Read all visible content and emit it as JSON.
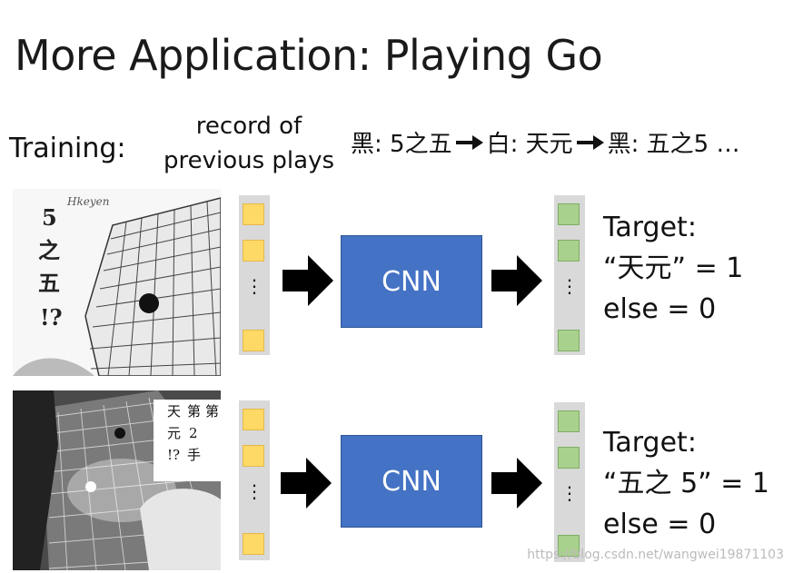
{
  "slide": {
    "title": "More Application: Playing Go",
    "training_label": "Training:",
    "record_line1": "record of",
    "record_line2": "previous plays",
    "sequence": [
      "黑: 5之五",
      "白: 天元",
      "黑: 五之5 …"
    ]
  },
  "rows": [
    {
      "image_caption": [
        "5",
        "之",
        "五",
        "!?"
      ],
      "image_signature": "Hkeyen",
      "cnn_label": "CNN",
      "target_title": "Target:",
      "target_value": "“天元” = 1",
      "target_else": "else = 0"
    },
    {
      "image_caption_cols": [
        "第",
        "第",
        "2",
        "手",
        "天",
        "元",
        "!?"
      ],
      "cnn_label": "CNN",
      "target_title": "Target:",
      "target_value": "“五之 5” = 1",
      "target_else": "else = 0"
    }
  ],
  "vector_dots": "⋮",
  "watermark": "https://blog.csdn.net/wangwei19871103",
  "colors": {
    "input_cell": "#ffd966",
    "output_cell": "#a9d18e",
    "cnn_box": "#4472c4",
    "vector_bg": "#d9d9d9"
  }
}
